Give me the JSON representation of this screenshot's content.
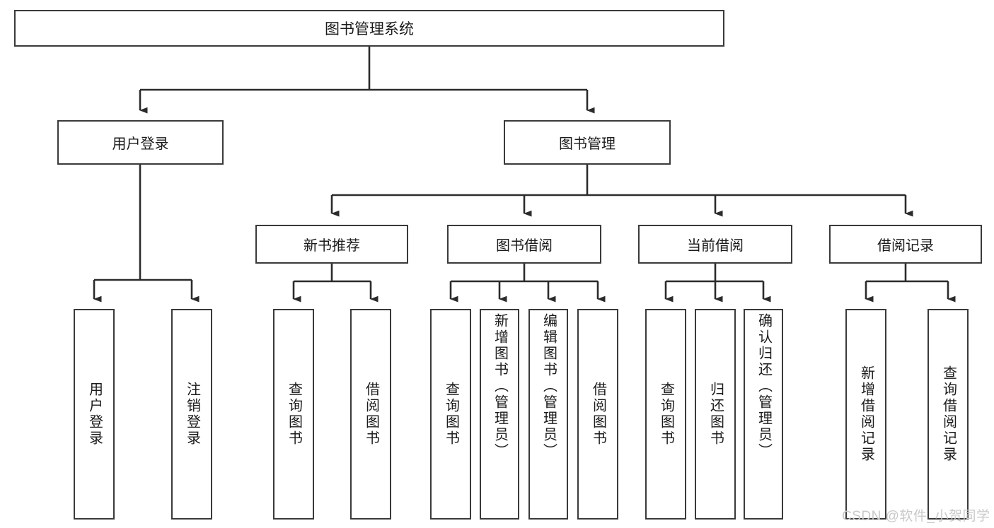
{
  "diagram": {
    "type": "tree-hierarchy",
    "title": "图书管理系统",
    "watermark": "CSDN @软件_小贺同学",
    "colors": {
      "box_border": "#3a3a3a",
      "box_fill": "#ffffff",
      "connector": "#2b2b2b",
      "text": "#1b1b1b",
      "watermark": "#c9c9c9",
      "background": "#ffffff"
    },
    "root": {
      "label": "图书管理系统"
    },
    "level2": [
      {
        "label": "用户登录"
      },
      {
        "label": "图书管理"
      }
    ],
    "level3": [
      {
        "label": "新书推荐"
      },
      {
        "label": "图书借阅"
      },
      {
        "label": "当前借阅"
      },
      {
        "label": "借阅记录"
      }
    ],
    "leaves": {
      "user_login": [
        {
          "label": "用户登录"
        },
        {
          "label": "注销登录"
        }
      ],
      "new_book_recommend": [
        {
          "label": "查询图书"
        },
        {
          "label": "借阅图书"
        }
      ],
      "book_borrow": [
        {
          "label": "查询图书"
        },
        {
          "label": "新增图书（管理员）"
        },
        {
          "label": "编辑图书（管理员）"
        },
        {
          "label": "借阅图书"
        }
      ],
      "current_borrow": [
        {
          "label": "查询图书"
        },
        {
          "label": "归还图书"
        },
        {
          "label": "确认归还（管理员）"
        }
      ],
      "borrow_record": [
        {
          "label": "新增借阅记录"
        },
        {
          "label": "查询借阅记录"
        }
      ]
    }
  }
}
